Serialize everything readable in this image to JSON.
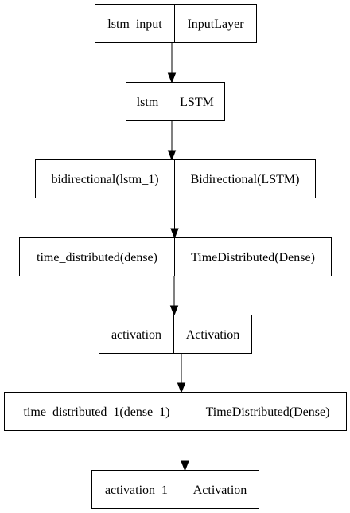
{
  "diagram": {
    "type": "model-graph",
    "nodes": [
      {
        "id": "lstm_input",
        "name": "lstm_input",
        "layer_type": "InputLayer"
      },
      {
        "id": "lstm",
        "name": "lstm",
        "layer_type": "LSTM"
      },
      {
        "id": "bidirectional",
        "name": "bidirectional(lstm_1)",
        "layer_type": "Bidirectional(LSTM)"
      },
      {
        "id": "time_distributed",
        "name": "time_distributed(dense)",
        "layer_type": "TimeDistributed(Dense)"
      },
      {
        "id": "activation",
        "name": "activation",
        "layer_type": "Activation"
      },
      {
        "id": "time_distributed_1",
        "name": "time_distributed_1(dense_1)",
        "layer_type": "TimeDistributed(Dense)"
      },
      {
        "id": "activation_1",
        "name": "activation_1",
        "layer_type": "Activation"
      }
    ],
    "edges": [
      {
        "from": "lstm_input",
        "to": "lstm"
      },
      {
        "from": "lstm",
        "to": "bidirectional"
      },
      {
        "from": "bidirectional",
        "to": "time_distributed"
      },
      {
        "from": "time_distributed",
        "to": "activation"
      },
      {
        "from": "activation",
        "to": "time_distributed_1"
      },
      {
        "from": "time_distributed_1",
        "to": "activation_1"
      }
    ],
    "colors": {
      "background": "#ffffff",
      "stroke": "#000000",
      "text": "#000000"
    }
  }
}
